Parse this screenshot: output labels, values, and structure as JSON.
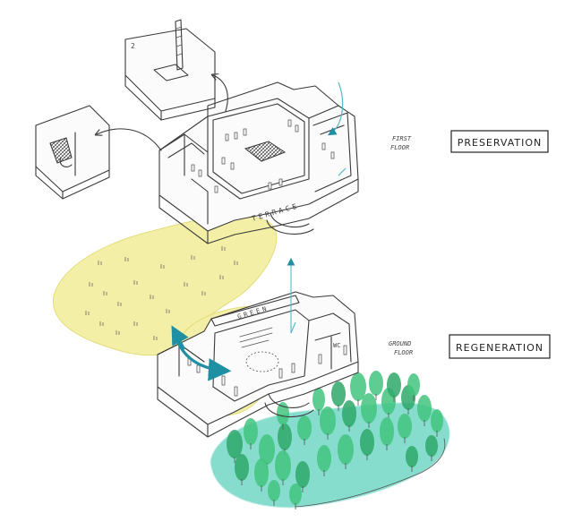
{
  "labels": {
    "first_floor_line1": "FIRST",
    "first_floor_line2": "FLOOR",
    "ground_floor_line1": "GROUND",
    "ground_floor_line2": "FLOOR",
    "preservation": "PRESERVATION",
    "regeneration": "REGENERATION",
    "terrace": "TERRACE",
    "green": "GREEN",
    "wc": "WC",
    "detail_number": "2"
  },
  "colors": {
    "meadow": "#f3efa6",
    "meadow_edge": "#e4dc7a",
    "water": "#86dccd",
    "water_light": "#c6efe6",
    "trees": "#43c47f",
    "trees_dark": "#2fa86a",
    "arrow_teal": "#1f8fa3",
    "arrow_light": "#55b9c7",
    "ink": "#3a3a3a"
  }
}
